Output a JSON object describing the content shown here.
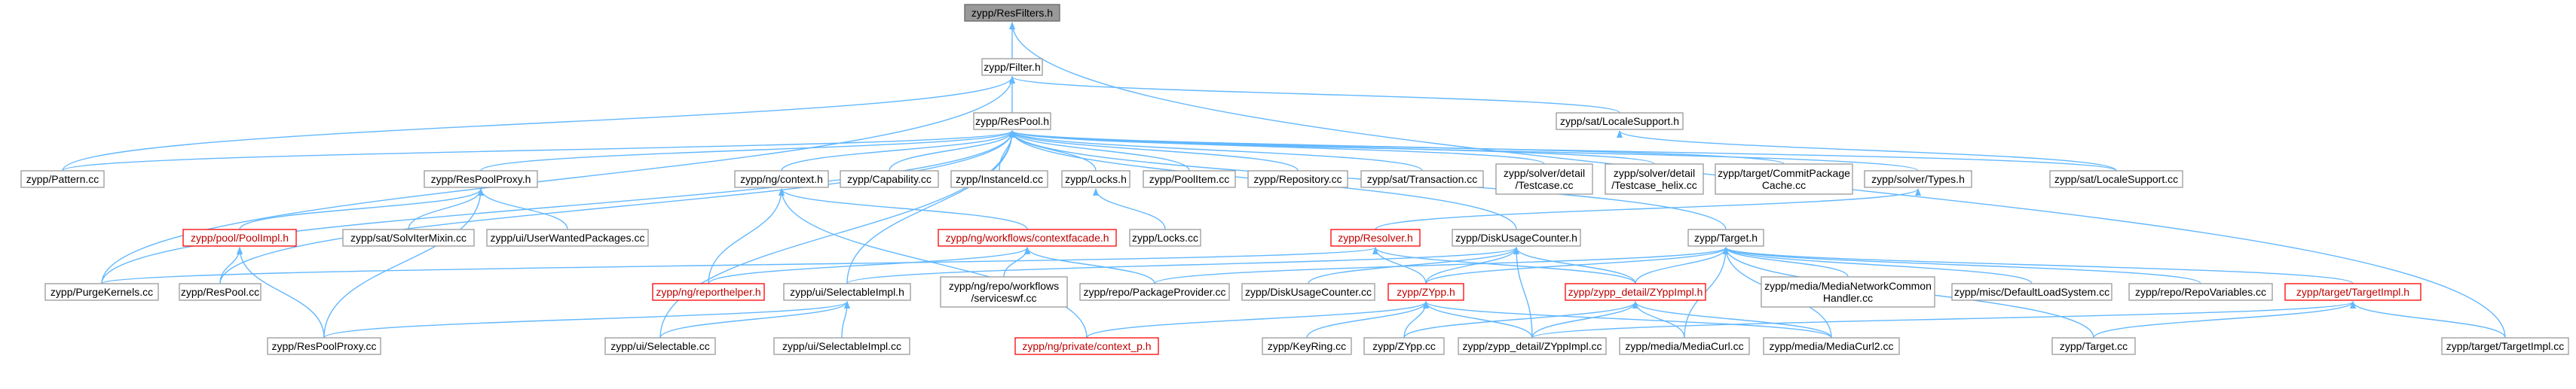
{
  "graph": {
    "root": "zypp/ResFilters.h",
    "colors": {
      "edge": "#63b8ff",
      "node_border": "#999999",
      "root_fill": "#999999",
      "undocumented_border": "#ff0000"
    },
    "nodes": [
      {
        "id": "resfilters",
        "lines": [
          "zypp/ResFilters.h"
        ],
        "style": "root"
      },
      {
        "id": "filter",
        "lines": [
          "zypp/Filter.h"
        ],
        "style": "normal"
      },
      {
        "id": "respool",
        "lines": [
          "zypp/ResPool.h"
        ],
        "style": "normal"
      },
      {
        "id": "satlocale",
        "lines": [
          "zypp/sat/LocaleSupport.h"
        ],
        "style": "normal"
      },
      {
        "id": "pattern",
        "lines": [
          "zypp/Pattern.cc"
        ],
        "style": "normal"
      },
      {
        "id": "respoolproxy",
        "lines": [
          "zypp/ResPoolProxy.h"
        ],
        "style": "normal"
      },
      {
        "id": "ngcontext",
        "lines": [
          "zypp/ng/context.h"
        ],
        "style": "normal"
      },
      {
        "id": "capability",
        "lines": [
          "zypp/Capability.cc"
        ],
        "style": "normal"
      },
      {
        "id": "instanceid",
        "lines": [
          "zypp/InstanceId.cc"
        ],
        "style": "normal"
      },
      {
        "id": "locksh",
        "lines": [
          "zypp/Locks.h"
        ],
        "style": "normal"
      },
      {
        "id": "poolitem",
        "lines": [
          "zypp/PoolItem.cc"
        ],
        "style": "normal"
      },
      {
        "id": "repository",
        "lines": [
          "zypp/Repository.cc"
        ],
        "style": "normal"
      },
      {
        "id": "sattransaction",
        "lines": [
          "zypp/sat/Transaction.cc"
        ],
        "style": "normal"
      },
      {
        "id": "testcase",
        "lines": [
          "zypp/solver/detail",
          "/Testcase.cc"
        ],
        "style": "normal"
      },
      {
        "id": "testcasehelix",
        "lines": [
          "zypp/solver/detail",
          "/Testcase_helix.cc"
        ],
        "style": "normal"
      },
      {
        "id": "commitpkg",
        "lines": [
          "zypp/target/CommitPackage",
          "Cache.cc"
        ],
        "style": "normal"
      },
      {
        "id": "solvertypes",
        "lines": [
          "zypp/solver/Types.h"
        ],
        "style": "normal"
      },
      {
        "id": "satlocalecc",
        "lines": [
          "zypp/sat/LocaleSupport.cc"
        ],
        "style": "normal"
      },
      {
        "id": "poolimpl",
        "lines": [
          "zypp/pool/PoolImpl.h"
        ],
        "style": "red"
      },
      {
        "id": "solvitermixin",
        "lines": [
          "zypp/sat/SolvIterMixin.cc"
        ],
        "style": "normal"
      },
      {
        "id": "uiuserwanted",
        "lines": [
          "zypp/ui/UserWantedPackages.cc"
        ],
        "style": "normal"
      },
      {
        "id": "contextfacade",
        "lines": [
          "zypp/ng/workflows/contextfacade.h"
        ],
        "style": "red"
      },
      {
        "id": "lockscc",
        "lines": [
          "zypp/Locks.cc"
        ],
        "style": "normal"
      },
      {
        "id": "resolverh",
        "lines": [
          "zypp/Resolver.h"
        ],
        "style": "red"
      },
      {
        "id": "diskusage",
        "lines": [
          "zypp/DiskUsageCounter.h"
        ],
        "style": "normal"
      },
      {
        "id": "targeth",
        "lines": [
          "zypp/Target.h"
        ],
        "style": "normal"
      },
      {
        "id": "purgekernels",
        "lines": [
          "zypp/PurgeKernels.cc"
        ],
        "style": "normal"
      },
      {
        "id": "respoolcc",
        "lines": [
          "zypp/ResPool.cc"
        ],
        "style": "normal"
      },
      {
        "id": "reporthelper",
        "lines": [
          "zypp/ng/reporthelper.h"
        ],
        "style": "red"
      },
      {
        "id": "selectableimplh",
        "lines": [
          "zypp/ui/SelectableImpl.h"
        ],
        "style": "normal"
      },
      {
        "id": "serviceswf",
        "lines": [
          "zypp/ng/repo/workflows",
          "/serviceswf.cc"
        ],
        "style": "normal"
      },
      {
        "id": "pkgprovider",
        "lines": [
          "zypp/repo/PackageProvider.cc"
        ],
        "style": "normal"
      },
      {
        "id": "diskusagecc",
        "lines": [
          "zypp/DiskUsageCounter.cc"
        ],
        "style": "normal"
      },
      {
        "id": "zypph",
        "lines": [
          "zypp/ZYpp.h"
        ],
        "style": "red"
      },
      {
        "id": "zyppimplh",
        "lines": [
          "zypp/zypp_detail/ZYppImpl.h"
        ],
        "style": "red"
      },
      {
        "id": "medianetwork",
        "lines": [
          "zypp/media/MediaNetworkCommon",
          "Handler.cc"
        ],
        "style": "normal"
      },
      {
        "id": "defaultload",
        "lines": [
          "zypp/misc/DefaultLoadSystem.cc"
        ],
        "style": "normal"
      },
      {
        "id": "repovariables",
        "lines": [
          "zypp/repo/RepoVariables.cc"
        ],
        "style": "normal"
      },
      {
        "id": "targetimplh",
        "lines": [
          "zypp/target/TargetImpl.h"
        ],
        "style": "red"
      },
      {
        "id": "respoolproxycc",
        "lines": [
          "zypp/ResPoolProxy.cc"
        ],
        "style": "normal"
      },
      {
        "id": "uiselectable",
        "lines": [
          "zypp/ui/Selectable.cc"
        ],
        "style": "normal"
      },
      {
        "id": "uiselectableimplcc",
        "lines": [
          "zypp/ui/SelectableImpl.cc"
        ],
        "style": "normal"
      },
      {
        "id": "contextp",
        "lines": [
          "zypp/ng/private/context_p.h"
        ],
        "style": "red"
      },
      {
        "id": "keyring",
        "lines": [
          "zypp/KeyRing.cc"
        ],
        "style": "normal"
      },
      {
        "id": "zyppcc",
        "lines": [
          "zypp/ZYpp.cc"
        ],
        "style": "normal"
      },
      {
        "id": "zyppimplcc",
        "lines": [
          "zypp/zypp_detail/ZYppImpl.cc"
        ],
        "style": "normal"
      },
      {
        "id": "mediacurl",
        "lines": [
          "zypp/media/MediaCurl.cc"
        ],
        "style": "normal"
      },
      {
        "id": "mediacurl2",
        "lines": [
          "zypp/media/MediaCurl2.cc"
        ],
        "style": "normal"
      },
      {
        "id": "targetcc",
        "lines": [
          "zypp/Target.cc"
        ],
        "style": "normal"
      },
      {
        "id": "targetimplcc",
        "lines": [
          "zypp/target/TargetImpl.cc"
        ],
        "style": "normal"
      }
    ],
    "edges": [
      [
        "filter",
        "resfilters"
      ],
      [
        "targetimplcc",
        "resfilters"
      ],
      [
        "respool",
        "filter"
      ],
      [
        "satlocale",
        "filter"
      ],
      [
        "pattern",
        "filter"
      ],
      [
        "purgekernels",
        "filter"
      ],
      [
        "pattern",
        "respool"
      ],
      [
        "respoolproxy",
        "respool"
      ],
      [
        "ngcontext",
        "respool"
      ],
      [
        "capability",
        "respool"
      ],
      [
        "instanceid",
        "respool"
      ],
      [
        "locksh",
        "respool"
      ],
      [
        "poolitem",
        "respool"
      ],
      [
        "repository",
        "respool"
      ],
      [
        "sattransaction",
        "respool"
      ],
      [
        "testcase",
        "respool"
      ],
      [
        "testcasehelix",
        "respool"
      ],
      [
        "commitpkg",
        "respool"
      ],
      [
        "solvertypes",
        "respool"
      ],
      [
        "satlocalecc",
        "respool"
      ],
      [
        "purgekernels",
        "respool"
      ],
      [
        "respoolcc",
        "respool"
      ],
      [
        "selectableimplh",
        "respool"
      ],
      [
        "uiselectable",
        "respool"
      ],
      [
        "diskusage",
        "respool"
      ],
      [
        "targeth",
        "respool"
      ],
      [
        "satlocalecc",
        "satlocale"
      ],
      [
        "poolimpl",
        "respoolproxy"
      ],
      [
        "solvitermixin",
        "respoolproxy"
      ],
      [
        "uiuserwanted",
        "respoolproxy"
      ],
      [
        "respoolproxycc",
        "respoolproxy"
      ],
      [
        "contextfacade",
        "ngcontext"
      ],
      [
        "reporthelper",
        "ngcontext"
      ],
      [
        "contextp",
        "ngcontext"
      ],
      [
        "lockscc",
        "locksh"
      ],
      [
        "resolverh",
        "solvertypes"
      ],
      [
        "respoolcc",
        "poolimpl"
      ],
      [
        "respoolproxycc",
        "poolimpl"
      ],
      [
        "reporthelper",
        "contextfacade"
      ],
      [
        "serviceswf",
        "contextfacade"
      ],
      [
        "pkgprovider",
        "contextfacade"
      ],
      [
        "purgekernels",
        "resolverh"
      ],
      [
        "zypph",
        "resolverh"
      ],
      [
        "zyppimplh",
        "resolverh"
      ],
      [
        "selectableimplh",
        "diskusage"
      ],
      [
        "diskusagecc",
        "diskusage"
      ],
      [
        "zypph",
        "diskusage"
      ],
      [
        "zyppimplh",
        "diskusage"
      ],
      [
        "zyppimplcc",
        "diskusage"
      ],
      [
        "pkgprovider",
        "targeth"
      ],
      [
        "zypph",
        "targeth"
      ],
      [
        "zyppimplh",
        "targeth"
      ],
      [
        "medianetwork",
        "targeth"
      ],
      [
        "defaultload",
        "targeth"
      ],
      [
        "repovariables",
        "targeth"
      ],
      [
        "targetimplh",
        "targeth"
      ],
      [
        "mediacurl",
        "targeth"
      ],
      [
        "mediacurl2",
        "targeth"
      ],
      [
        "targetcc",
        "targeth"
      ],
      [
        "respoolproxycc",
        "selectableimplh"
      ],
      [
        "uiselectable",
        "selectableimplh"
      ],
      [
        "uiselectableimplcc",
        "selectableimplh"
      ],
      [
        "contextp",
        "zypph"
      ],
      [
        "keyring",
        "zypph"
      ],
      [
        "zyppcc",
        "zypph"
      ],
      [
        "zyppimplcc",
        "zypph"
      ],
      [
        "mediacurl2",
        "zypph"
      ],
      [
        "zyppcc",
        "zyppimplh"
      ],
      [
        "zyppimplcc",
        "zyppimplh"
      ],
      [
        "mediacurl",
        "zyppimplh"
      ],
      [
        "mediacurl2",
        "zyppimplh"
      ],
      [
        "targetcc",
        "targetimplh"
      ],
      [
        "targetimplcc",
        "targetimplh"
      ],
      [
        "zyppimplcc",
        "targetimplh"
      ]
    ]
  }
}
